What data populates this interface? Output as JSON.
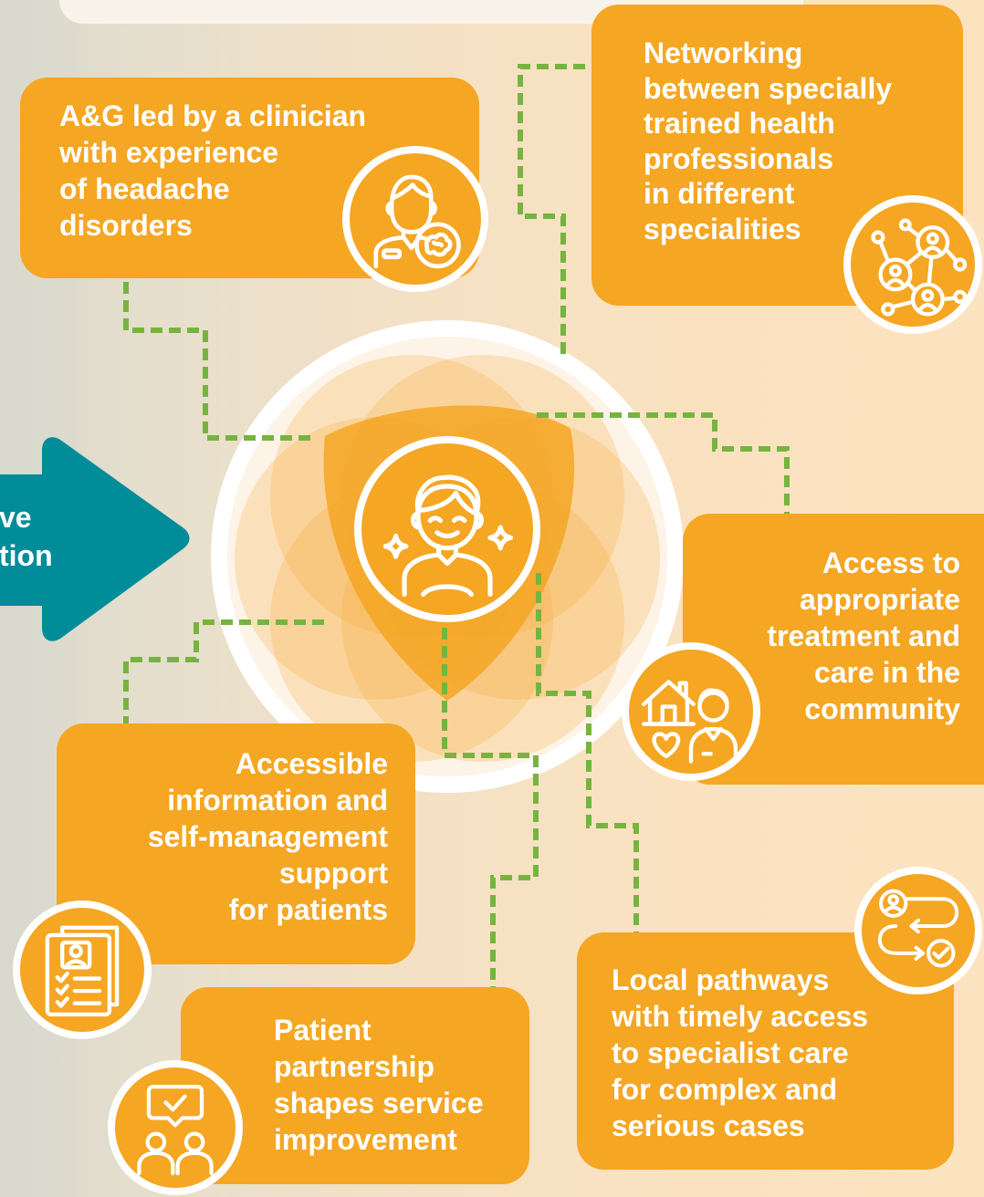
{
  "colors": {
    "orange": "#f5a623",
    "teal": "#008c99",
    "green": "#76b43f",
    "white": "#ffffff"
  },
  "left_arrow": {
    "lines": [
      "ve",
      "tion"
    ]
  },
  "center": {
    "icon": "smiling-person-icon"
  },
  "boxes": {
    "ag_clinician": {
      "lines": [
        "A&G led by a clinician",
        "with experience",
        "of headache",
        "disorders"
      ],
      "icon": "clinician-brain-icon"
    },
    "networking": {
      "lines": [
        "Networking",
        "between specially",
        "trained health",
        "professionals",
        "in different",
        "specialities"
      ],
      "icon": "professional-network-icon"
    },
    "community_care": {
      "lines": [
        "Access to",
        "appropriate",
        "treatment and",
        "care in the",
        "community"
      ],
      "icon": "home-care-person-icon"
    },
    "self_management": {
      "lines": [
        "Accessible",
        "information and",
        "self-management",
        "support",
        "for patients"
      ],
      "icon": "patient-document-checklist-icon"
    },
    "patient_partnership": {
      "lines": [
        "Patient",
        "partnership",
        "shapes service",
        "improvement"
      ],
      "icon": "people-chat-check-icon"
    },
    "local_pathways": {
      "lines": [
        "Local pathways",
        "with timely access",
        "to specialist care",
        "for complex and",
        "serious cases"
      ],
      "icon": "care-pathway-flow-icon"
    }
  }
}
